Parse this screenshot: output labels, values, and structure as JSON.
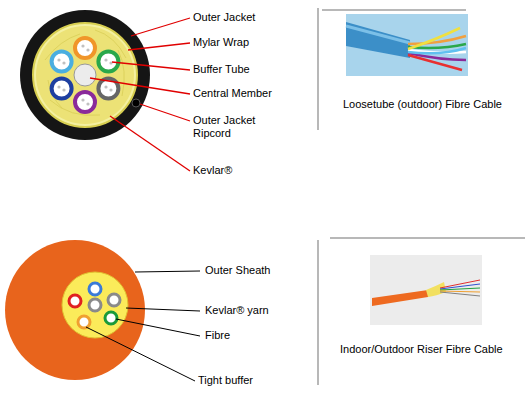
{
  "diagram": {
    "labels": [
      "Outer Jacket",
      "Mylar Wrap",
      "Buffer Tube",
      "Central Member",
      "Outer Jacket Ripcord",
      "Kevlar®",
      "Loosetube (outdoor) Fibre Cable",
      "Outer Sheath",
      "Kevlar® yarn",
      "Fibre",
      "Tight buffer",
      "Indoor/Outdoor Riser Fibre Cable"
    ]
  }
}
